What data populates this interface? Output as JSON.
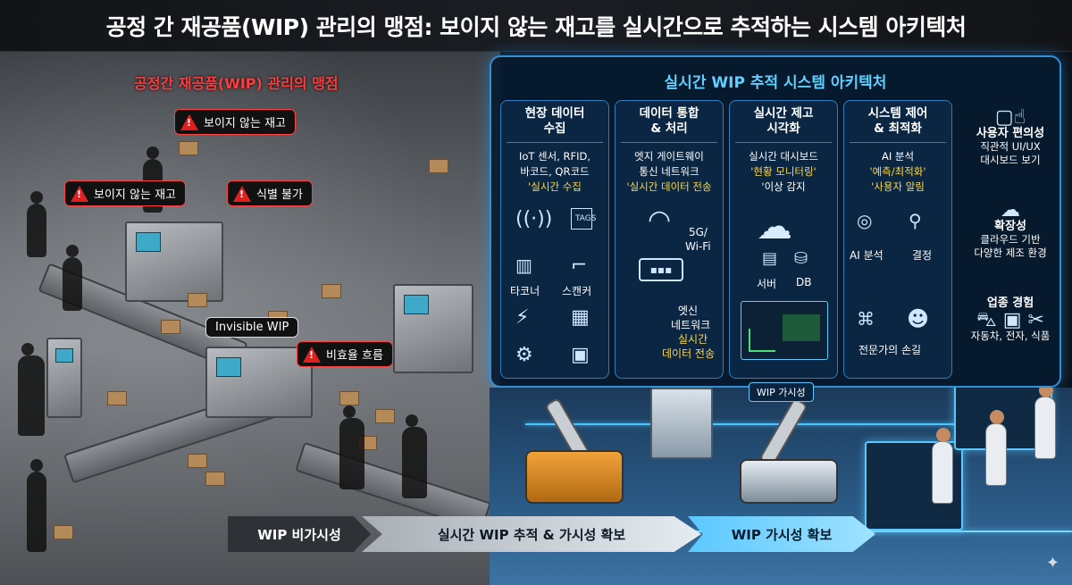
{
  "title": "공정 간 재공품(WIP) 관리의 맹점: 보이지 않는 재고를 실시간으로 추적하는 시스템 아키텍처",
  "left": {
    "pain_title": "공정간 재공품(WIP) 관리의 맹점",
    "alerts": [
      "보이지 않는 재고",
      "보이지 않는 재고",
      "식별 불가",
      "비효율 흐름"
    ],
    "invisible_label": "Invisible WIP"
  },
  "architecture": {
    "title": "실시간 WIP 추적 시스템 아키텍처",
    "columns": [
      {
        "head": [
          "현장 데이터",
          "수집"
        ],
        "desc": [
          "IoT 센서, RFID,",
          "바코드, QR코드"
        ],
        "highlight": "'실시간 수집",
        "labels": [
          "TAGS",
          "타코너",
          "스캔커"
        ]
      },
      {
        "head": [
          "데이터 통합",
          "& 처리"
        ],
        "desc": [
          "엣지 게이트웨이",
          "통신 네트워크"
        ],
        "highlight": "'실시간 데이터 전송",
        "labels": [
          "5G/",
          "Wi-Fi",
          "엣신",
          "네트워크"
        ],
        "highlight2": [
          "실시간",
          "데이터 전송"
        ]
      },
      {
        "head": [
          "실시간 제고",
          "시각화"
        ],
        "desc": [
          "실시간 대시보드"
        ],
        "highlight": "'현황 모니터링'",
        "desc2": "'이상 감지",
        "labels": [
          "서버",
          "DB"
        ]
      },
      {
        "head": [
          "시스템 제어",
          "& 최적화"
        ],
        "desc": [
          "AI 분석"
        ],
        "highlight": "'예측/최적화'",
        "highlight_b": "'사용자 알림",
        "labels": [
          "AI 분석",
          "결정",
          "전문가의 손길"
        ]
      }
    ],
    "side": [
      {
        "head": "사용자 편의성",
        "lines": [
          "직관적 UI/UX",
          "대시보드 보기"
        ]
      },
      {
        "head": "확장성",
        "lines": [
          "클라우드 기반",
          "다양한 제조 환경"
        ]
      },
      {
        "head": "업종 경험",
        "lines": [
          "자동차, 전자, 식품"
        ]
      }
    ]
  },
  "wip_visibility_badge": "WIP 가시성",
  "flow": [
    "WIP 비가시성",
    "실시간 WIP 추적 & 가시성 확보",
    "WIP 가시성 확보"
  ],
  "icons": {
    "wifi": "wifi-icon",
    "barcode": "barcode-icon",
    "scanner": "scanner-icon",
    "cloud": "cloud-icon",
    "ai": "ai-chip-icon",
    "chart": "chart-icon",
    "user": "user-icon",
    "dashboard": "dashboard-icon",
    "upload": "cloud-upload-icon"
  }
}
